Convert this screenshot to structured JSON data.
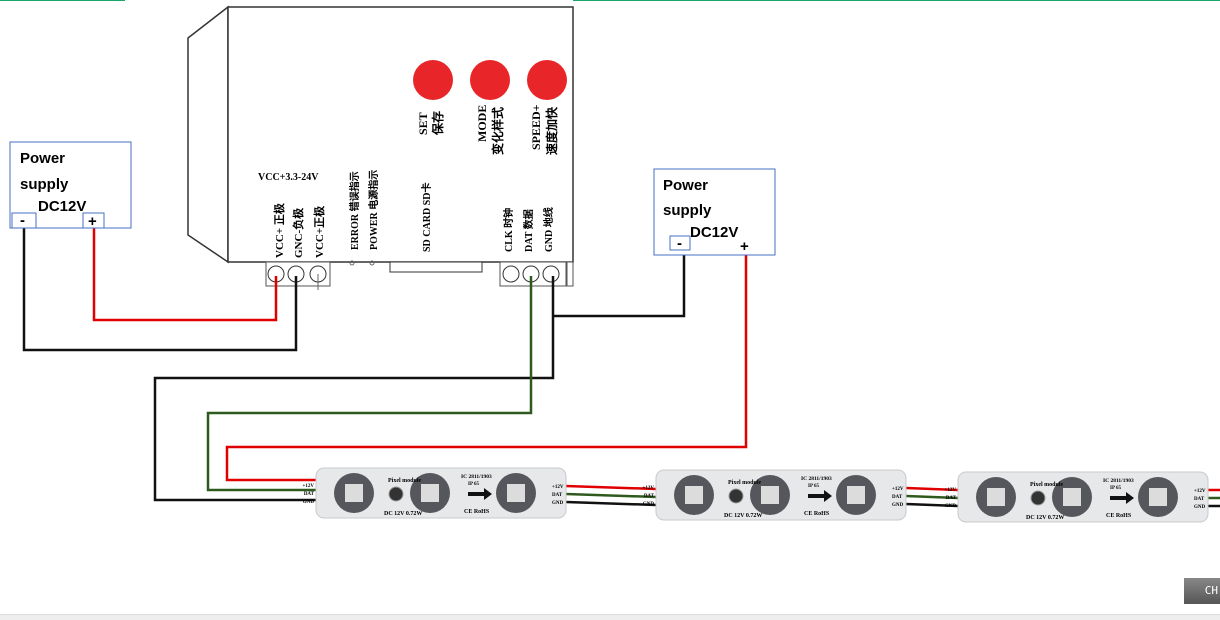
{
  "colors": {
    "positive_wire": "#e00000",
    "data_wire": "#2f5a1e",
    "ground_wire": "#111111",
    "button": "#e8262a",
    "accent_line": "#1aa86a"
  },
  "controller": {
    "buttons": [
      {
        "line1": "SET",
        "line2": "保存"
      },
      {
        "line1": "MODE",
        "line2": "变化样式"
      },
      {
        "line1": "SPEED+",
        "line2": "速度加快"
      }
    ],
    "power_label": "VCC+3.3-24V",
    "power_terminals": [
      "VCC+ 正极",
      "GNC-负极",
      "VCC+正极"
    ],
    "indicators": [
      "ERROR 错误指示",
      "POWER 电源指示"
    ],
    "sd_card": "SD CARD SD卡",
    "signal_terminals": [
      "CLK 时钟",
      "DAT 数据",
      "GND 地线"
    ]
  },
  "power_supply_1": {
    "line1": "Power",
    "line2": "supply",
    "voltage": "DC12V",
    "minus": "-",
    "plus": "+"
  },
  "power_supply_2": {
    "line1": "Power",
    "line2": "supply",
    "voltage": "DC12V",
    "minus": "-",
    "plus": "+"
  },
  "module": {
    "title": "Pixel module",
    "ic": "IC 2811/1903",
    "ip": "IP 65",
    "rating": "DC 12V  0.72W",
    "cert": "CE RoHS",
    "pins": [
      "+12V",
      "DAT",
      "GND"
    ]
  },
  "taskbar": {
    "ime": "CH"
  }
}
